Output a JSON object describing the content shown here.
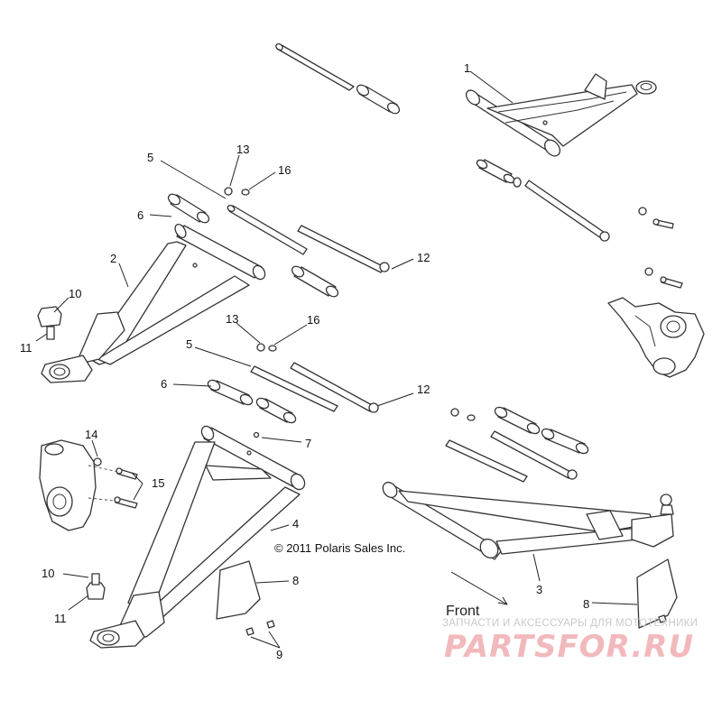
{
  "callouts": [
    {
      "id": "c1",
      "text": "1"
    },
    {
      "id": "c2",
      "text": "2"
    },
    {
      "id": "c3",
      "text": "3"
    },
    {
      "id": "c4",
      "text": "4"
    },
    {
      "id": "c5a",
      "text": "5"
    },
    {
      "id": "c5b",
      "text": "5"
    },
    {
      "id": "c6a",
      "text": "6"
    },
    {
      "id": "c6b",
      "text": "6"
    },
    {
      "id": "c7",
      "text": "7"
    },
    {
      "id": "c8a",
      "text": "8"
    },
    {
      "id": "c8b",
      "text": "8"
    },
    {
      "id": "c9",
      "text": "9"
    },
    {
      "id": "c10a",
      "text": "10"
    },
    {
      "id": "c10b",
      "text": "10"
    },
    {
      "id": "c11a",
      "text": "11"
    },
    {
      "id": "c11b",
      "text": "11"
    },
    {
      "id": "c12a",
      "text": "12"
    },
    {
      "id": "c12b",
      "text": "12"
    },
    {
      "id": "c13a",
      "text": "13"
    },
    {
      "id": "c13b",
      "text": "13"
    },
    {
      "id": "c14",
      "text": "14"
    },
    {
      "id": "c15",
      "text": "15"
    },
    {
      "id": "c16a",
      "text": "16"
    },
    {
      "id": "c16b",
      "text": "16"
    }
  ],
  "copyright": "© 2011 Polaris Sales Inc.",
  "direction_label": "Front",
  "watermark": {
    "tagline": "ЗАПЧАСТИ И АКСЕССУАРЫ ДЛЯ МОТОТЕХНИКИ",
    "brand": "PARTSFOR.RU",
    "color": "#e8747c"
  }
}
